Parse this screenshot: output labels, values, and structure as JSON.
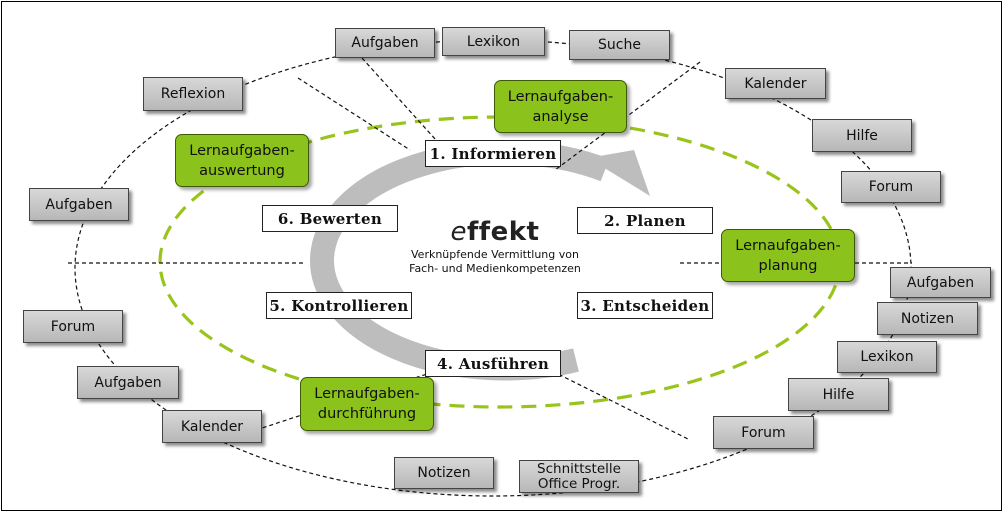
{
  "colors": {
    "stage_green": "#8cc21c",
    "stage_green_dashed": "#9ac31c",
    "tool_gray": "#c8c8c8",
    "cycle_arrow_gray": "#bdbdbd"
  },
  "logo": {
    "word_e": "e",
    "word_rest": "ffekt",
    "subtitle": "Verknüpfende Vermittlung von\nFach- und Medienkompetenzen"
  },
  "steps": {
    "informieren": "1. Informieren",
    "planen": "2. Planen",
    "entscheiden": "3. Entscheiden",
    "ausfuehren": "4. Ausführen",
    "kontrollieren": "5. Kontrollieren",
    "bewerten": "6. Bewerten"
  },
  "stages": {
    "analyse": "Lernaufgaben-\nanalyse",
    "planung": "Lernaufgaben-\nplanung",
    "durchfuehrung": "Lernaufgaben-\ndurchführung",
    "auswertung": "Lernaufgaben-\nauswertung"
  },
  "tools": {
    "top_aufgaben": "Aufgaben",
    "top_lexikon": "Lexikon",
    "top_suche": "Suche",
    "right_kalender": "Kalender",
    "right_hilfe": "Hilfe",
    "right_forum": "Forum",
    "left_reflexion": "Reflexion",
    "left_aufgaben": "Aufgaben",
    "left_forum": "Forum",
    "bl_aufgaben": "Aufgaben",
    "bl_kalender": "Kalender",
    "bottom_notizen": "Notizen",
    "bottom_schnittstelle": "Schnittstelle\nOffice Progr.",
    "br_aufgaben": "Aufgaben",
    "br_notizen": "Notizen",
    "br_lexikon": "Lexikon",
    "br_hilfe": "Hilfe",
    "br_forum": "Forum"
  }
}
